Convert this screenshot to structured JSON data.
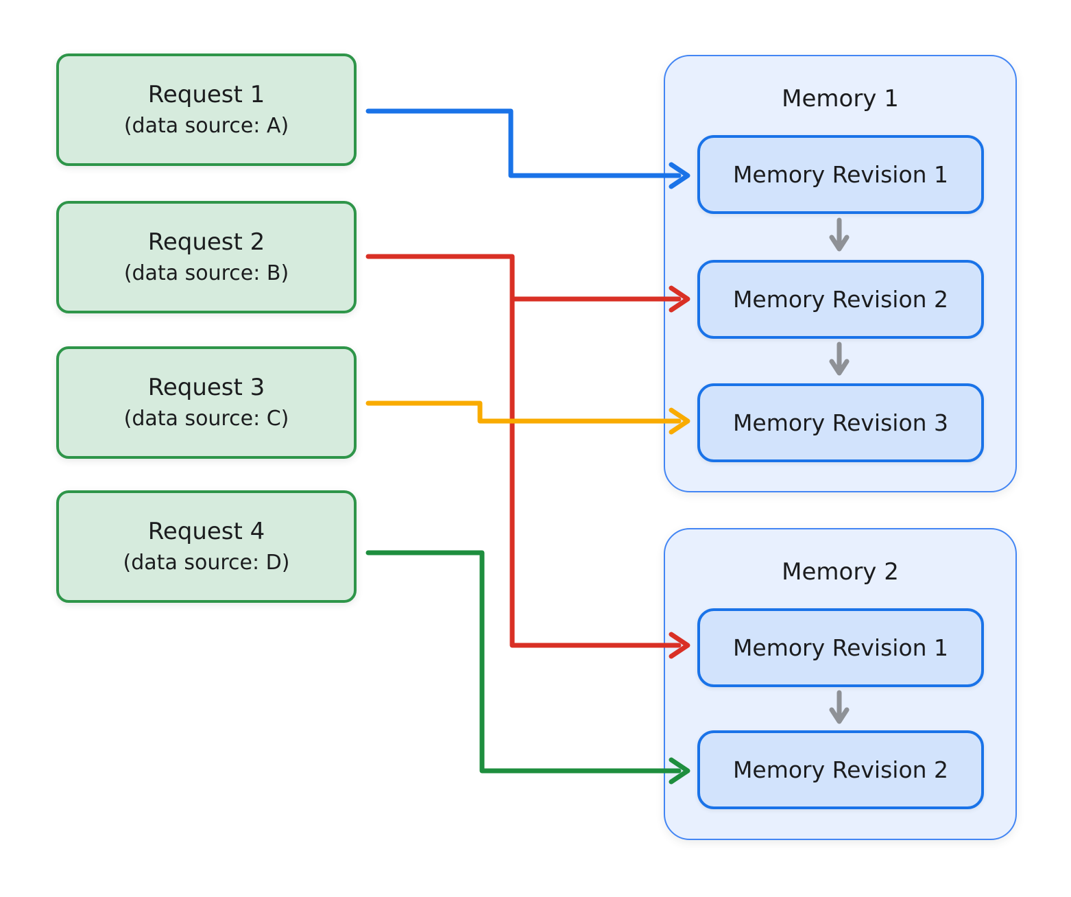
{
  "colors": {
    "request_fill": "#D6EBDD",
    "request_border": "#2E9549",
    "memory_fill": "#E8F0FE",
    "memory_border": "#4285F4",
    "revision_fill": "#D2E3FC",
    "revision_border": "#1A73E8",
    "blue_arrow": "#1A73E8",
    "red_arrow": "#D93025",
    "yellow_arrow": "#F9AB00",
    "green_arrow": "#1E8E3E",
    "gray_arrow": "#8E9196",
    "text": "#1B1C1E"
  },
  "requests": [
    {
      "title": "Request 1",
      "subtitle": "(data source: A)"
    },
    {
      "title": "Request 2",
      "subtitle": "(data source: B)"
    },
    {
      "title": "Request 3",
      "subtitle": "(data source: C)"
    },
    {
      "title": "Request 4",
      "subtitle": "(data source: D)"
    }
  ],
  "memories": [
    {
      "title": "Memory 1",
      "revisions": [
        "Memory Revision 1",
        "Memory Revision 2",
        "Memory Revision 3"
      ]
    },
    {
      "title": "Memory 2",
      "revisions": [
        "Memory Revision 1",
        "Memory Revision 2"
      ]
    }
  ]
}
